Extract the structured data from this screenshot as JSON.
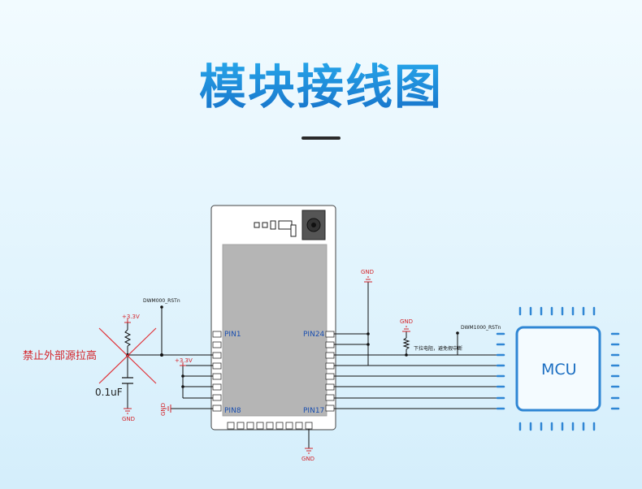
{
  "title": "模块接线图",
  "module": {
    "pin1": "PIN1",
    "pin8": "PIN8",
    "pin24": "PIN24",
    "pin17": "PIN17"
  },
  "labels": {
    "dwm000_rst": "DWM000_RSTn",
    "dwm1000_rst": "DWM1000_RSTn",
    "vcc_left": "+3.3V",
    "vcc_mid": "+3.3V",
    "gnd_cap": "GND",
    "gnd_left_pin8": "GND",
    "gnd_bottom": "GND",
    "gnd_top": "GND",
    "gnd_pulldown": "GND",
    "pulldown_note": "下拉电阻，避免假中断",
    "forbid_note": "禁止外部源拉高",
    "cap_value": "0.1uF",
    "mcu": "MCU"
  },
  "colors": {
    "accent": "#1a86d6",
    "mcu_border": "#2f86d4",
    "wire": "#111111",
    "power": "#d4242a",
    "shield": "#b5b5b5"
  }
}
